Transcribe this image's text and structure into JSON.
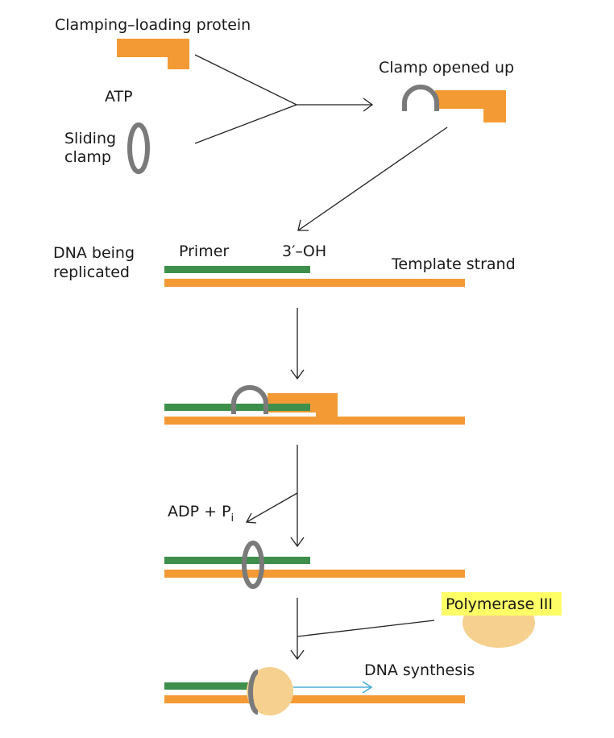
{
  "labels": {
    "clamp_loader": "Clamping–loading protein",
    "atp": "ATP",
    "sliding_line1": "Sliding",
    "sliding_line2": "clamp",
    "clamp_opened": "Clamp opened up",
    "dna_line1": "DNA being",
    "dna_line2": "replicated",
    "primer": "Primer",
    "oh": "3′–OH",
    "template": "Template strand",
    "adp": "ADP + P",
    "adp_sub": "i",
    "polymerase": "Polymerase III",
    "synthesis": "DNA synthesis"
  },
  "colors": {
    "orange": "#f39a34",
    "green": "#3d8f4b",
    "gray": "#7a7a7a",
    "polymerase": "#f6d08f",
    "highlight": "#ffff66",
    "synthesis_arrow": "#4aaed8"
  }
}
